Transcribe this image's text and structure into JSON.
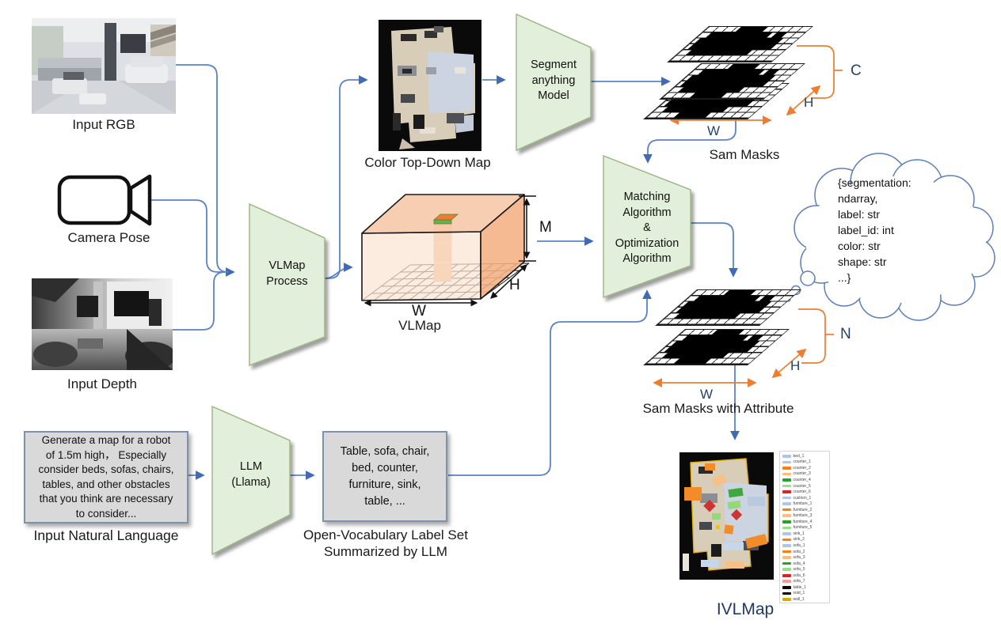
{
  "colors": {
    "arrow_blue": "#4E79C4",
    "dim_orange": "#ED7D31",
    "process_fill": "#E2EFDA",
    "process_border": "#9CB380",
    "box_fill": "#D9D9D9",
    "box_border": "#7C93AE",
    "ivlmap_title_color": "#1F3864"
  },
  "inputs": {
    "rgb": {
      "caption": "Input RGB"
    },
    "camera": {
      "caption": "Camera Pose"
    },
    "depth": {
      "caption": "Input Depth"
    },
    "natural_language": {
      "text": "Generate a map for a robot\nof 1.5m high， Especially\nconsider beds, sofas, chairs,\ntables, and other obstacles\nthat you think are necessary\nto consider...",
      "caption": "Input Natural Language"
    }
  },
  "processes": {
    "vlmap_process": {
      "label": "VLMap\nProcess"
    },
    "segment_anything": {
      "label": "Segment\nanything\nModel"
    },
    "matching": {
      "label": "Matching\nAlgorithm\n&\nOptimization\nAlgorithm"
    },
    "llm": {
      "label": "LLM\n(Llama)"
    }
  },
  "maps": {
    "color_top_down": {
      "caption": "Color Top-Down Map"
    },
    "vlmap3d": {
      "caption": "VLMap",
      "dims": {
        "w": "W",
        "h": "H",
        "m": "M"
      }
    },
    "sam_masks": {
      "caption": "Sam Masks",
      "dims": {
        "w": "W",
        "h": "H",
        "c": "C"
      }
    },
    "sam_masks_attr": {
      "caption": "Sam Masks with Attribute",
      "dims": {
        "w": "W",
        "h": "H",
        "n": "N"
      }
    }
  },
  "label_set": {
    "text": "Table, sofa, chair,\nbed, counter,\nfurniture, sink,\ntable, ...",
    "caption": "Open-Vocabulary Label Set Summarized by LLM"
  },
  "attribute_cloud": {
    "text": "{segmentation:\nndarray,\nlabel: str\nlabel_id: int\ncolor: str\nshape: str\n...}"
  },
  "ivlmap": {
    "caption": "IVLMap",
    "legend": [
      {
        "label": "bed_1",
        "color": "#AEC7E8"
      },
      {
        "label": "counter_1",
        "color": "#AEC7E8"
      },
      {
        "label": "counter_2",
        "color": "#FF7F0E"
      },
      {
        "label": "counter_3",
        "color": "#FFBB78"
      },
      {
        "label": "counter_4",
        "color": "#2CA02C"
      },
      {
        "label": "counter_5",
        "color": "#98DF8A"
      },
      {
        "label": "counter_6",
        "color": "#D62728"
      },
      {
        "label": "cushion_1",
        "color": "#AEC7E8"
      },
      {
        "label": "furniture_1",
        "color": "#AEC7E8"
      },
      {
        "label": "furniture_2",
        "color": "#FF7F0E"
      },
      {
        "label": "furniture_3",
        "color": "#FFBB78"
      },
      {
        "label": "furniture_4",
        "color": "#2CA02C"
      },
      {
        "label": "furniture_5",
        "color": "#98DF8A"
      },
      {
        "label": "sink_1",
        "color": "#AEC7E8"
      },
      {
        "label": "sink_2",
        "color": "#FF7F0E"
      },
      {
        "label": "sofa_1",
        "color": "#AEC7E8"
      },
      {
        "label": "sofa_2",
        "color": "#FF7F0E"
      },
      {
        "label": "sofa_3",
        "color": "#FFBB78"
      },
      {
        "label": "sofa_4",
        "color": "#2CA02C"
      },
      {
        "label": "sofa_5",
        "color": "#98DF8A"
      },
      {
        "label": "sofa_6",
        "color": "#D62728"
      },
      {
        "label": "sofa_7",
        "color": "#FF9896"
      },
      {
        "label": "table_1",
        "color": "#000000"
      },
      {
        "label": "void_1",
        "color": "#000000"
      },
      {
        "label": "wall_1",
        "color": "#DBA800"
      }
    ]
  }
}
